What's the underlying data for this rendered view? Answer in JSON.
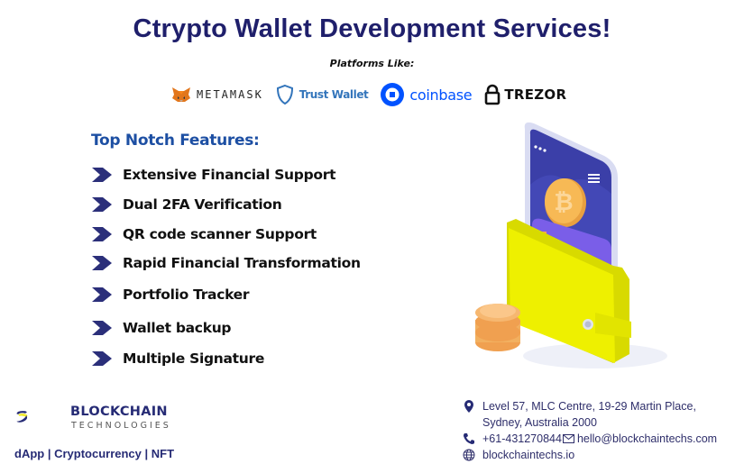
{
  "header": {
    "title": "Ctrypto Wallet Development Services!",
    "subtitle": "Platforms Like:"
  },
  "platforms": [
    {
      "name": "METAMASK",
      "icon": "metamask-fox-icon"
    },
    {
      "name": "Trust Wallet",
      "icon": "shield-icon"
    },
    {
      "name": "coinbase",
      "icon": "coinbase-icon"
    },
    {
      "name": "TREZOR",
      "icon": "lock-icon"
    }
  ],
  "features": {
    "heading": "Top Notch Features:",
    "items": [
      "Extensive Financial Support",
      "Dual 2FA Verification",
      "QR code scanner Support",
      "Rapid Financial Transformation",
      "Portfolio Tracker",
      "Wallet backup",
      "Multiple Signature"
    ]
  },
  "illustration": {
    "description": "Phone with bitcoin coin inside yellow wallet with coin stack",
    "icon": "crypto-wallet-illustration"
  },
  "company": {
    "name": "BLOCKCHAIN",
    "sub": "TECHNOLOGIES",
    "tagline": "dApp | Cryptocurrency | NFT"
  },
  "contact": {
    "address_line1": "Level 57, MLC Centre, 19-29 Martin Place,",
    "address_line2": "Sydney, Australia 2000",
    "phone": "+61-431270844",
    "email": "hello@blockchaintechs.com",
    "website": "blockchaintechs.io"
  },
  "colors": {
    "title": "#1f1f6b",
    "heading": "#1d4fa3",
    "bullet": "#2b2f7a",
    "wallet": "#eef000",
    "phone_screen": "#3b3fa8"
  }
}
